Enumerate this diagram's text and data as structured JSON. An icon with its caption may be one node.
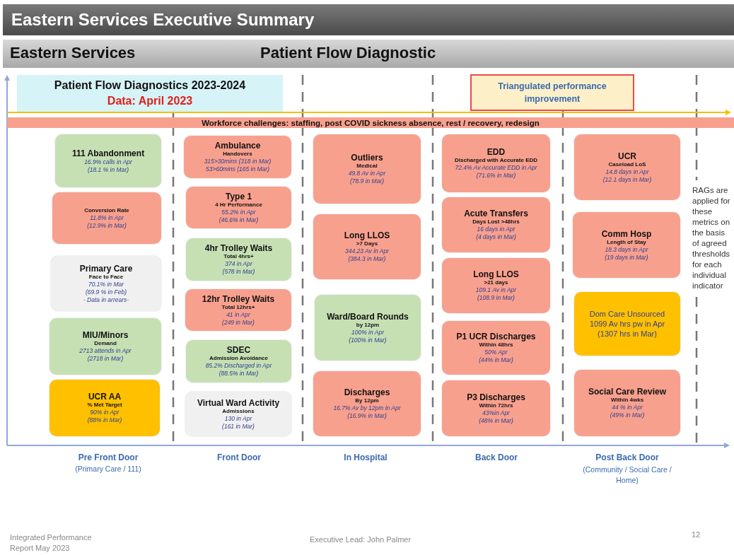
{
  "diagram": {
    "title": "Eastern Services Executive Summary",
    "nodes": [
      {
        "text": [
          "Patient Flow Diagnostics 2023-2024",
          "Data: April 2023"
        ]
      },
      {
        "text": [
          "Triangulated performance improvement"
        ]
      },
      {
        "text": [
          "Workforce challenges: staffing, post COVID sickness absence, rest / recovery, redesign"
        ]
      },
      {
        "text": [
          "111 Abandonment",
          "16.9% calls in Apr",
          "(18.1 % in Mar)"
        ]
      },
      {
        "text": [
          "Conversion Rate",
          "11.8% in Apr",
          "(12.9% in Mar)"
        ]
      },
      {
        "text": [
          "Primary Care",
          "Face to Face",
          "70.1% in Mar",
          "(69.9 % in Feb)",
          "- Data in arrears-"
        ]
      },
      {
        "text": [
          "MIU/Minors",
          "Demand",
          "2713 attends in Apr",
          "(2718 in Mar)"
        ]
      },
      {
        "text": [
          "UCR AA",
          "% Met Target",
          "90% in Apr",
          "(88% in Mar)"
        ]
      },
      {
        "text": [
          "Ambulance",
          "Handovers",
          "315>30mins (318 in Mar)",
          "53>60mins (165 in Mar)"
        ]
      },
      {
        "text": [
          "Type 1",
          "4 Hr Performance",
          "55.2% in Apr",
          "(46.6% in Mar)"
        ]
      },
      {
        "text": [
          "4hr Trolley Waits",
          "Total 4hrs+",
          "374 in Apr",
          "(578 in Mar)"
        ]
      },
      {
        "text": [
          "12hr Trolley Waits",
          "Total 12hrs+",
          "41 in Apr",
          "(249 in Mar)"
        ]
      },
      {
        "text": [
          "SDEC",
          "Admission Avoidance",
          "85.2% Discharged in Apr",
          "(88.5% in Mar)"
        ]
      },
      {
        "text": [
          "Virtual Ward Activity",
          "Admissions",
          "130 in Apr",
          "(161 in Mar)"
        ]
      },
      {
        "text": [
          "Outliers",
          "Medical",
          "49.8 Av in Apr",
          "(78.9 in Mar)"
        ]
      },
      {
        "text": [
          "Long LLOS",
          ">7 Days",
          "344.23 Av in Apr",
          "(384.3 in Mar)"
        ]
      },
      {
        "text": [
          "Ward/Board Rounds",
          "by 12pm",
          "100% in Apr",
          "(100% in Mar)"
        ]
      },
      {
        "text": [
          "Discharges",
          "By 12pm",
          "16.7% Av by 12pm in Apr",
          "(16.9% in Mar)"
        ]
      },
      {
        "text": [
          "EDD",
          "Discharged with Accurate EDD",
          "72.4% Av Accurate EDD in Apr",
          "(71.6% in Mar)"
        ]
      },
      {
        "text": [
          "Acute Transfers",
          "Days Lost >48hrs",
          "16 days in Apr",
          "(4 days in Mar)"
        ]
      },
      {
        "text": [
          "Long LLOS",
          ">21 days",
          "109.1 Av in Apr",
          "(108.9 in Mar)"
        ]
      },
      {
        "text": [
          "P1 UCR Discharges",
          "Within 48hrs",
          "50% Apr",
          "(44% in Mar)"
        ]
      },
      {
        "text": [
          "P3 Discharges",
          "Within 72hrs",
          "43%in Apr",
          "(48% in Mar)"
        ]
      },
      {
        "text": [
          "UCR",
          "Caseload LoS",
          "14.8 days in Apr",
          "(12.1 days in Mar)"
        ]
      },
      {
        "text": [
          "Comm Hosp",
          "Length of Stay",
          "18.3 days in Apr",
          "(19 days in Mar)"
        ]
      },
      {
        "text": [
          "Dom Care Unsourced",
          "1099 Av hrs pw in Apr",
          "(1307 hrs in Mar)"
        ]
      },
      {
        "text": [
          "Social Care Review",
          "Within 4wks",
          "44 % in Apr",
          "(49% in Mar)"
        ]
      }
    ],
    "labels": [
      "Eastern Services",
      "Patient Flow Diagnostic",
      "Pre Front Door",
      "(Primary Care / 111)",
      "Front Door",
      "In Hospital",
      "Back Door",
      "Post Back Door",
      "(Community / Social Care / Home)",
      "RAGs are applied for these metrics on the basis of agreed thresholds for each individual indicator",
      "Integrated Performance Report May 2023",
      "Executive Lead: John Palmer",
      "12"
    ]
  }
}
